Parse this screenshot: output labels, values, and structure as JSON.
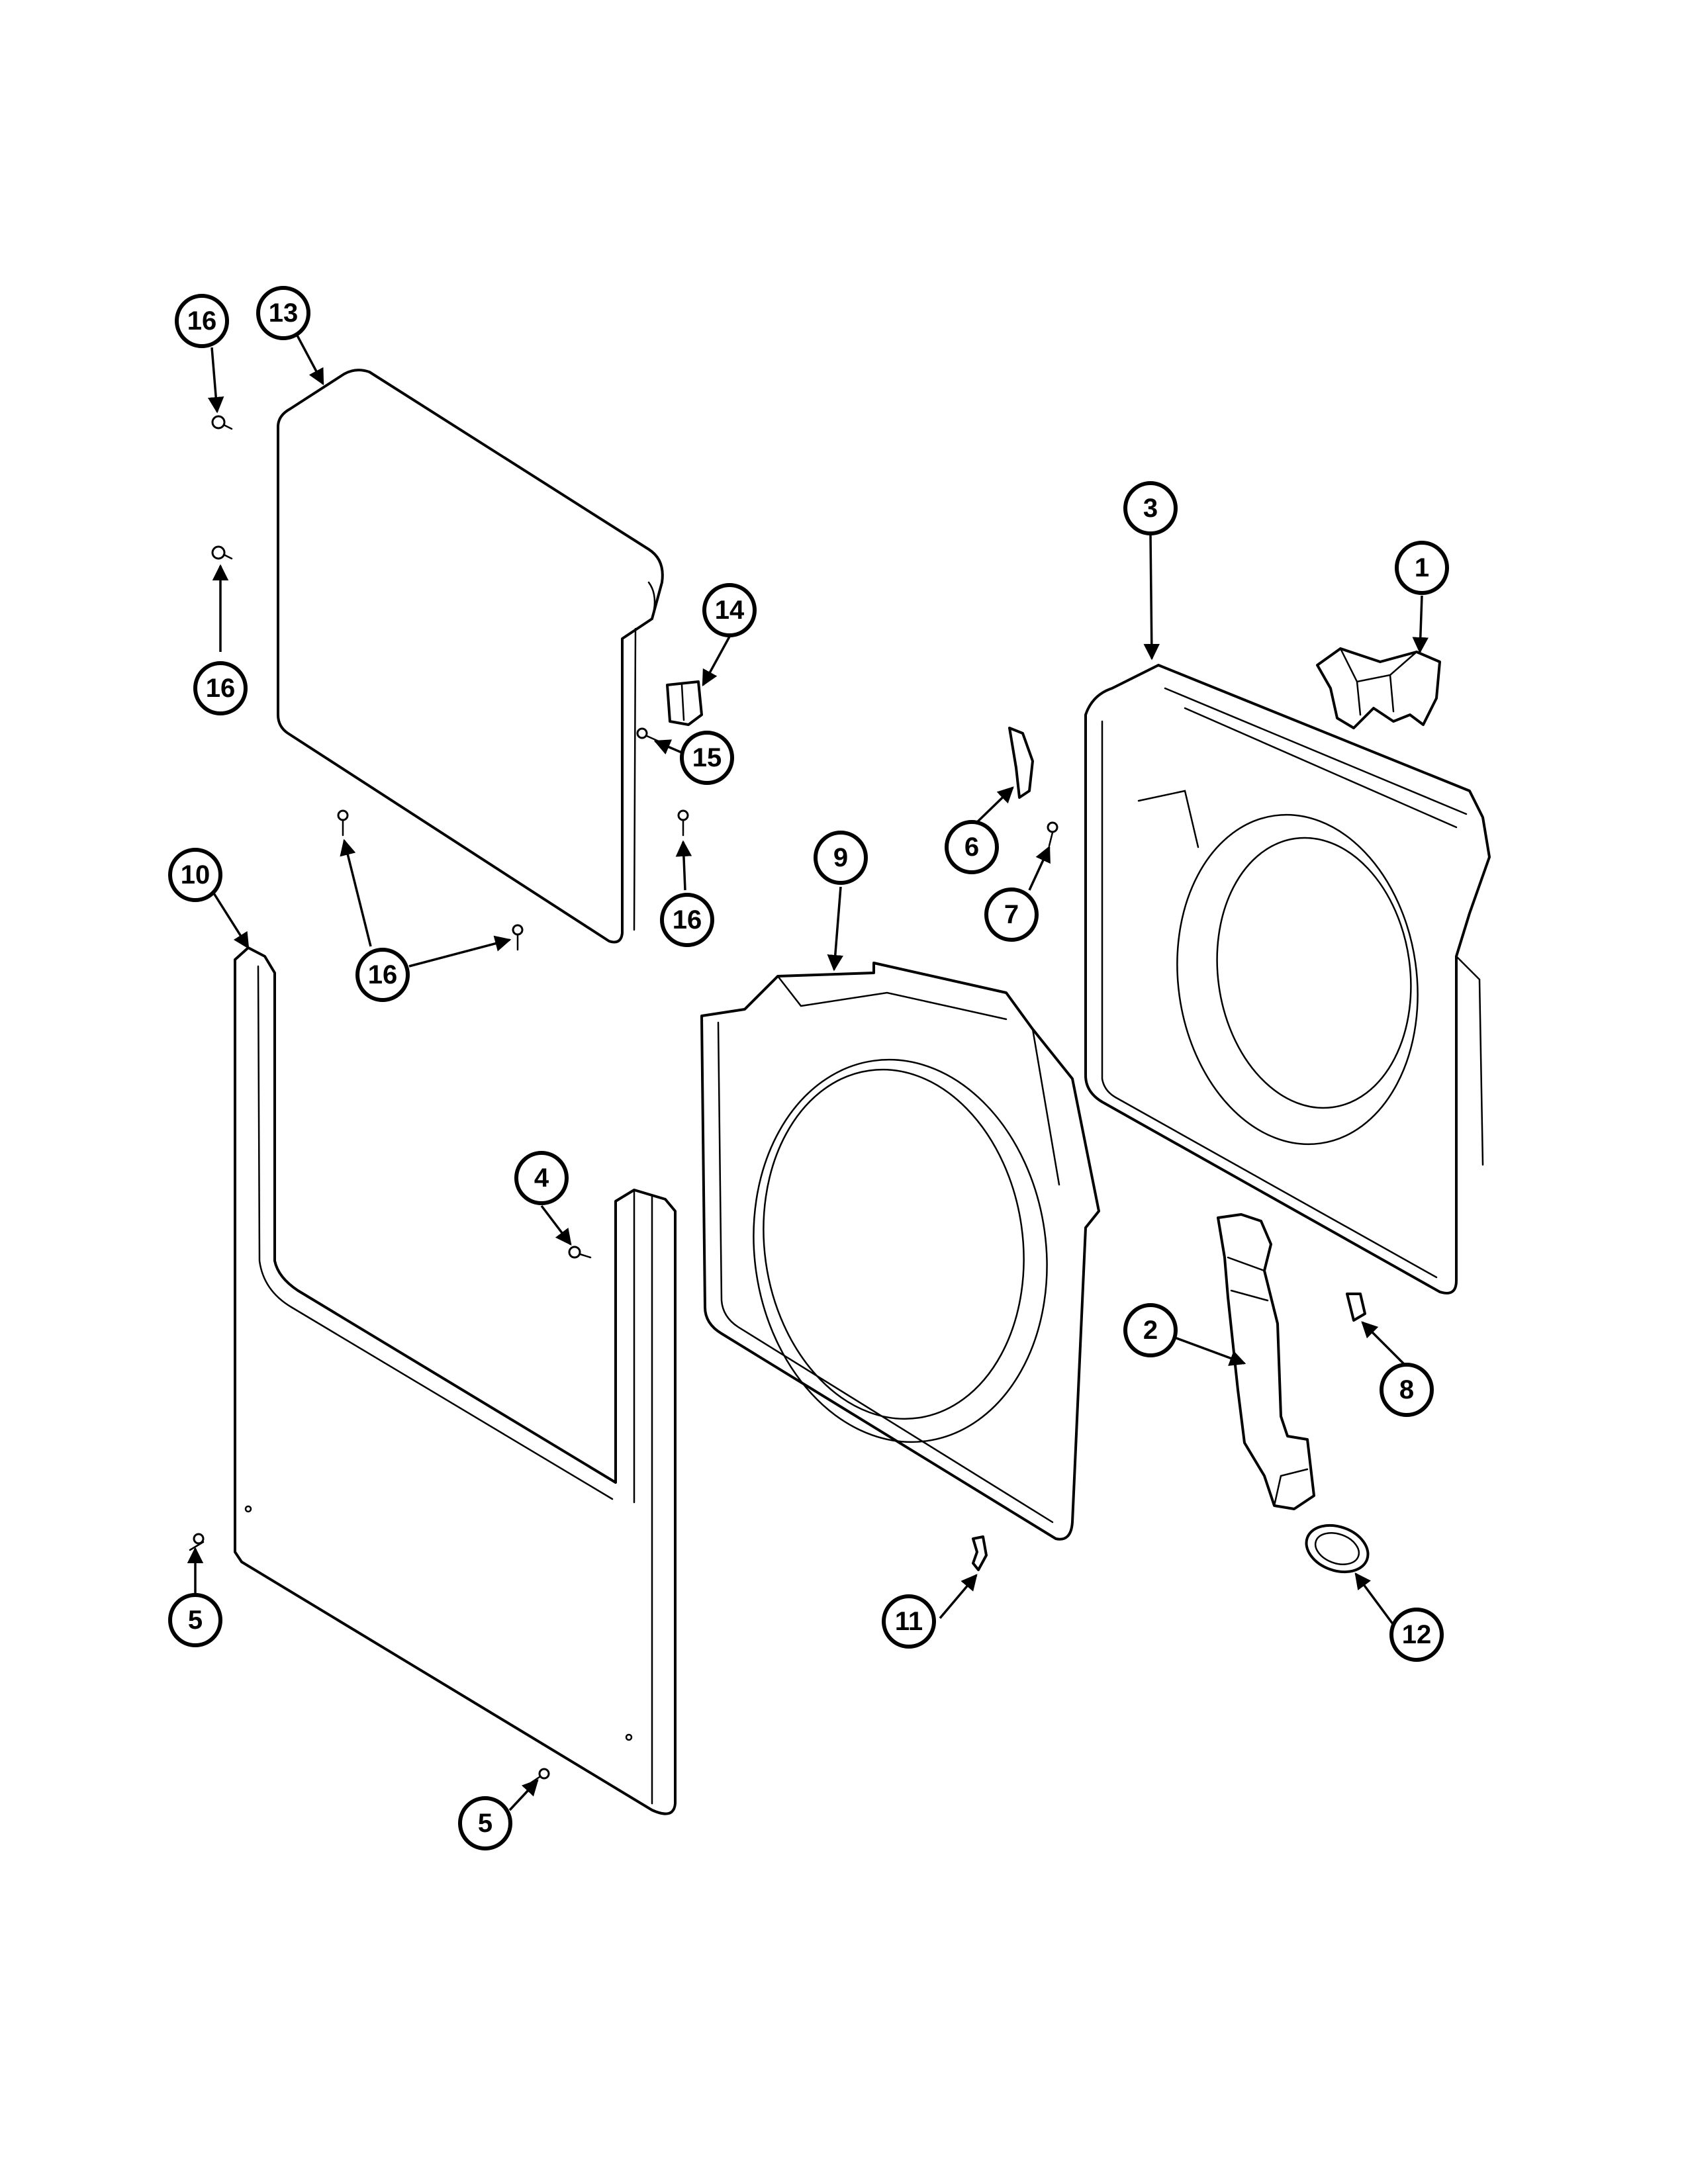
{
  "diagram": {
    "callouts": [
      {
        "id": "c1",
        "label": "1"
      },
      {
        "id": "c2",
        "label": "2"
      },
      {
        "id": "c3",
        "label": "3"
      },
      {
        "id": "c4",
        "label": "4"
      },
      {
        "id": "c5a",
        "label": "5"
      },
      {
        "id": "c5b",
        "label": "5"
      },
      {
        "id": "c6",
        "label": "6"
      },
      {
        "id": "c7",
        "label": "7"
      },
      {
        "id": "c8",
        "label": "8"
      },
      {
        "id": "c9",
        "label": "9"
      },
      {
        "id": "c10",
        "label": "10"
      },
      {
        "id": "c11",
        "label": "11"
      },
      {
        "id": "c12",
        "label": "12"
      },
      {
        "id": "c13",
        "label": "13"
      },
      {
        "id": "c14",
        "label": "14"
      },
      {
        "id": "c15",
        "label": "15"
      },
      {
        "id": "c16a",
        "label": "16"
      },
      {
        "id": "c16b",
        "label": "16"
      },
      {
        "id": "c16c",
        "label": "16"
      },
      {
        "id": "c16d",
        "label": "16"
      }
    ]
  }
}
